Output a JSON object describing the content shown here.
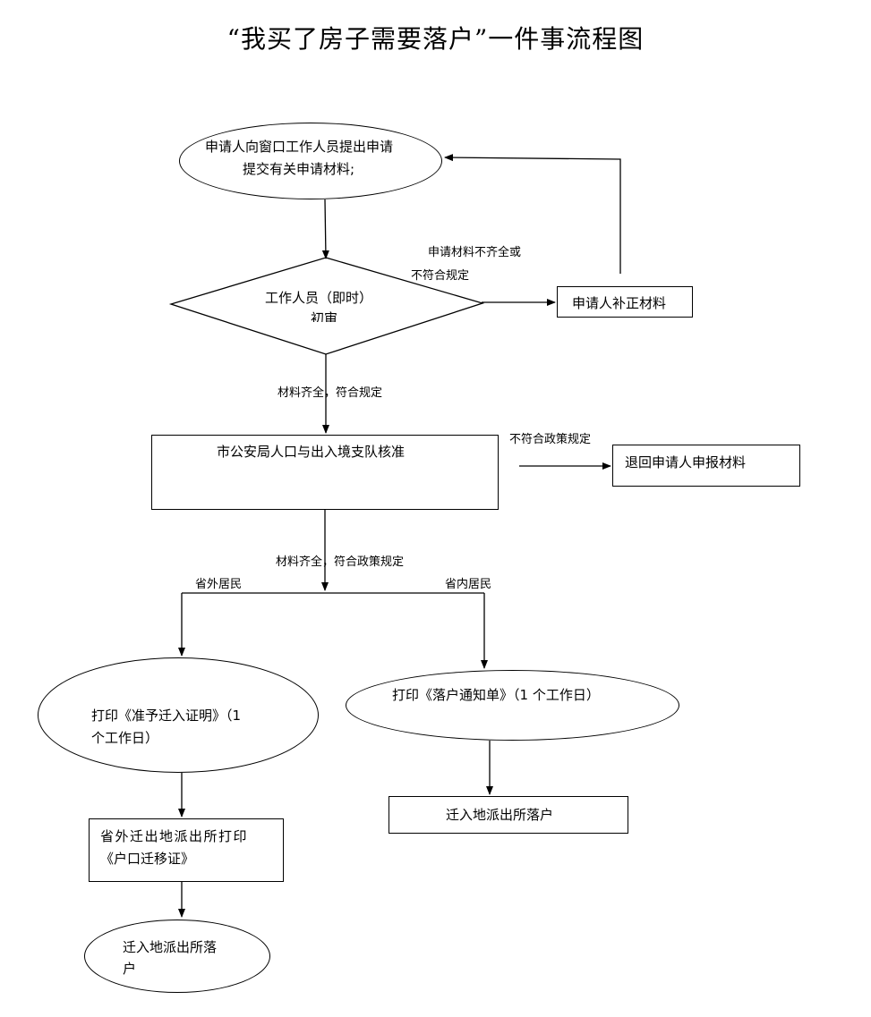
{
  "title": "“我买了房子需要落户”一件事流程图",
  "nodes": {
    "start": [
      "申请人向窗口工作人员提出申请",
      "提交有关申请材料;"
    ],
    "review": [
      "工作人员（即时）",
      "初审"
    ],
    "supplement": "申请人补正材料",
    "approve": "市公安局人口与出入境支队核准",
    "return": "退回申请人申报材料",
    "print_cert": [
      "打印《准予迁入证明》（1",
      "个工作日）"
    ],
    "print_notice": "打印《落户通知单》（1 个工作日）",
    "out_province_print": [
      "省外迁出地派出所打印",
      "《户口迁移证》"
    ],
    "settle_left": [
      "迁入地派出所落",
      "户"
    ],
    "settle_right": "迁入地派出所落户"
  },
  "labels": {
    "incomplete": [
      "申请材料不齐全或",
      "不符合规定"
    ],
    "complete": "材料齐全，符合规定",
    "not_policy": "不符合政策规定",
    "complete_policy": "材料齐全，符合政策规定",
    "out_province": "省外居民",
    "in_province": "省内居民"
  }
}
